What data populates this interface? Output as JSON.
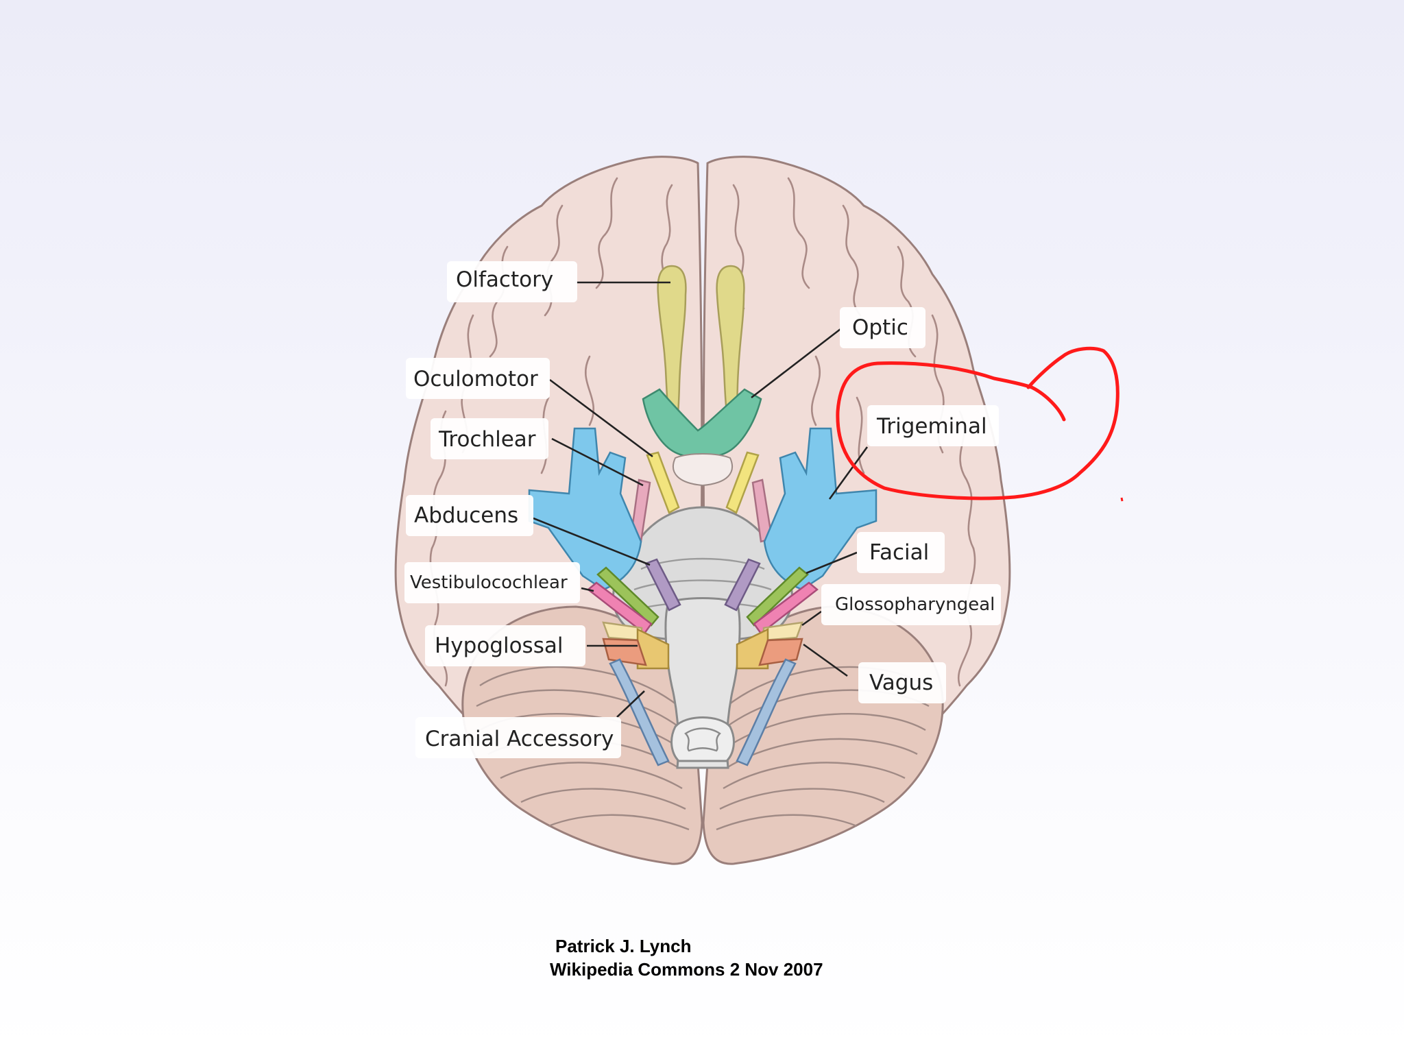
{
  "diagram": {
    "nerves": [
      {
        "id": "olfactory",
        "label": "Olfactory"
      },
      {
        "id": "optic",
        "label": "Optic"
      },
      {
        "id": "oculomotor",
        "label": "Oculomotor"
      },
      {
        "id": "trochlear",
        "label": "Trochlear"
      },
      {
        "id": "trigeminal",
        "label": "Trigeminal"
      },
      {
        "id": "abducens",
        "label": "Abducens"
      },
      {
        "id": "facial",
        "label": "Facial"
      },
      {
        "id": "vestibulocochlear",
        "label": "Vestibulocochlear"
      },
      {
        "id": "glossopharyngeal",
        "label": "Glossopharyngeal"
      },
      {
        "id": "hypoglossal",
        "label": "Hypoglossal"
      },
      {
        "id": "vagus",
        "label": "Vagus"
      },
      {
        "id": "cranial_accessory",
        "label": "Cranial Accessory"
      }
    ],
    "annotation": {
      "color": "#ff1a1a",
      "shape": "hand-drawn circle around Trigeminal"
    }
  },
  "credit": {
    "line1": "Patrick J. Lynch",
    "line2": "Wikipedia Commons 2 Nov 2007"
  },
  "colors": {
    "brain": "#f1ddd8",
    "cerebellum": "#e6c9be",
    "brainstem": "#dcdcdc",
    "olfactory": "#e0d98a",
    "optic": "#6fc4a4",
    "oculomotor": "#f2e47e",
    "trochlear": "#e7a9bd",
    "trigeminal": "#7ec8ec",
    "abducens": "#b09ac4",
    "facial": "#9cc35a",
    "vestibulocochlear": "#ef82b2",
    "glossopharyngeal": "#f6e6b3",
    "hypoglossal": "#eb9c7e",
    "vagus": "#e8c771",
    "cranial_accessory": "#a5c1de"
  }
}
